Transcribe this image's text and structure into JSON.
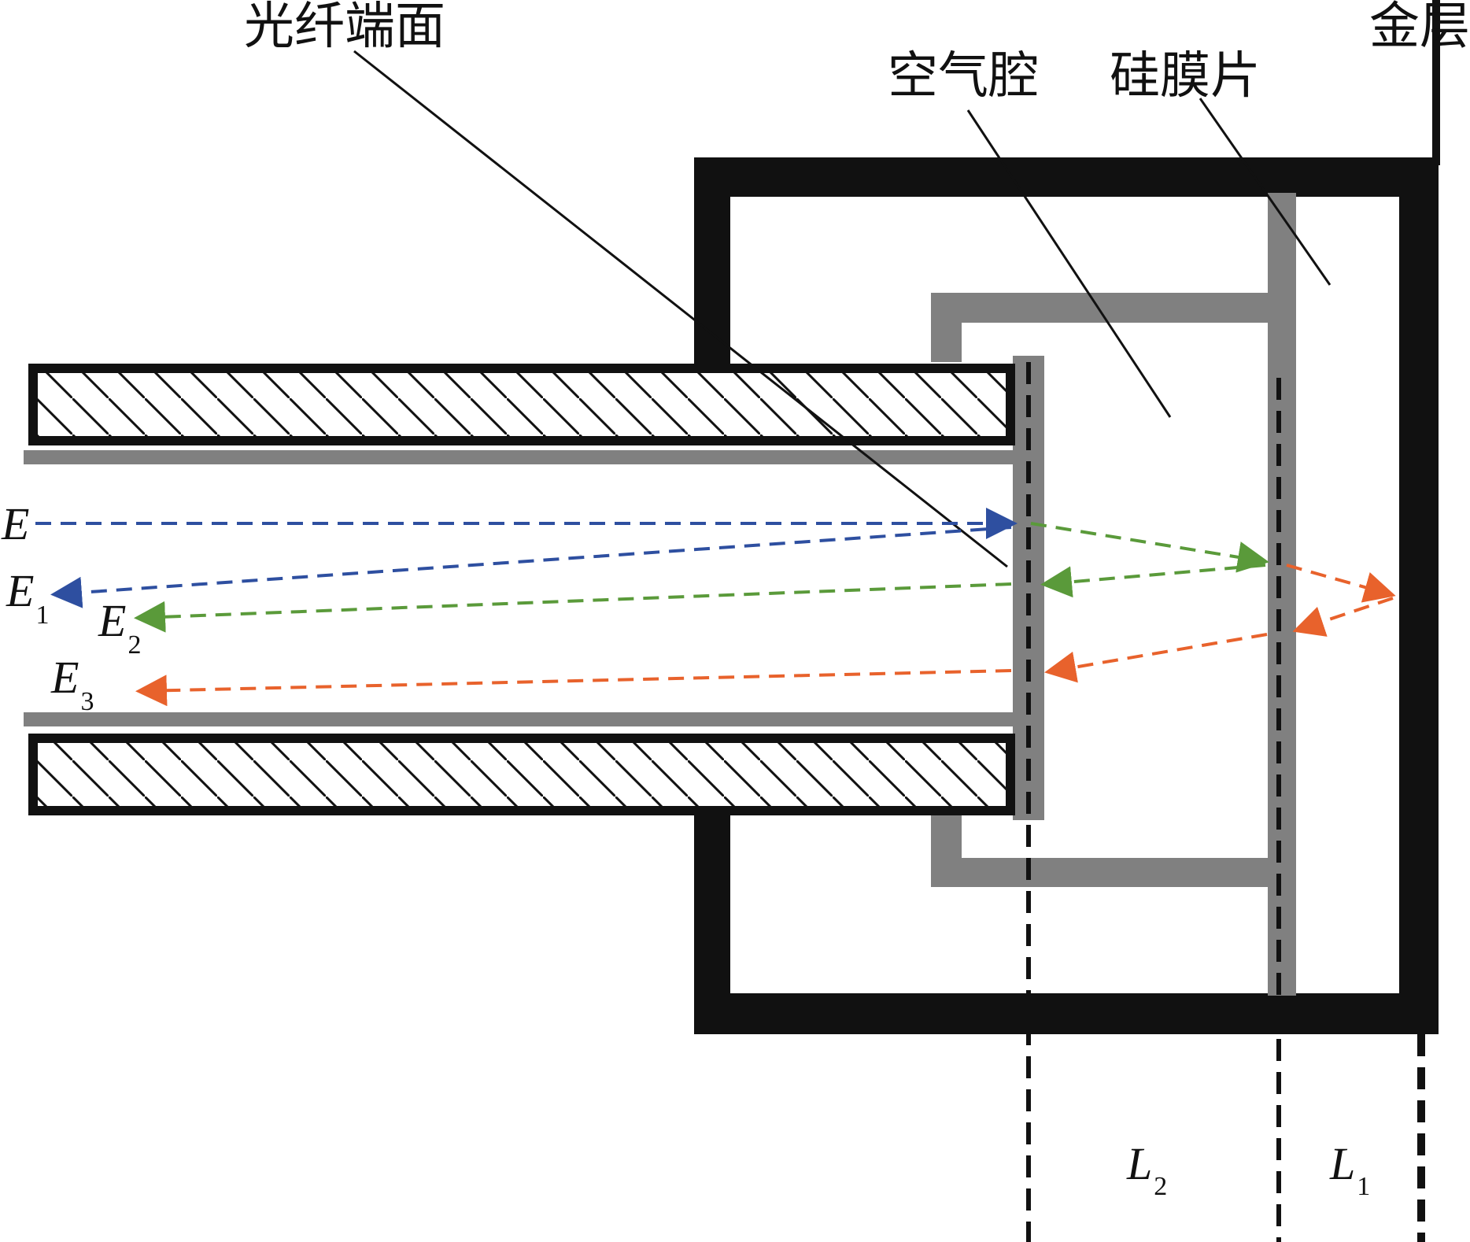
{
  "labels": {
    "fiber_end_face": "光纤端面",
    "air_cavity": "空气腔",
    "silicon_diaphragm": "硅膜片",
    "gold_layer": "金层"
  },
  "signals": {
    "incident": {
      "base": "E",
      "sub": ""
    },
    "reflect_1": {
      "base": "E",
      "sub": "1"
    },
    "reflect_2": {
      "base": "E",
      "sub": "2"
    },
    "reflect_3": {
      "base": "E",
      "sub": "3"
    }
  },
  "lengths": {
    "l2": {
      "base": "L",
      "sub": "2"
    },
    "l1": {
      "base": "L",
      "sub": "1"
    }
  },
  "colors": {
    "housing": "#111111",
    "gray_structure": "#808080",
    "incident_blue": "#2e4fa0",
    "green": "#5a9a3a",
    "orange": "#e8622c"
  }
}
